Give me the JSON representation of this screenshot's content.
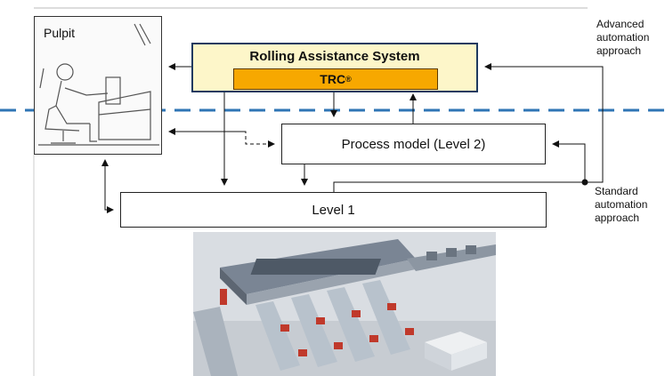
{
  "pulpit": {
    "label": "Pulpit"
  },
  "ras": {
    "title": "Rolling Assistance System",
    "trc_label": "TRC",
    "trc_mark": "®"
  },
  "process_model": {
    "label": "Process model (Level 2)"
  },
  "level1": {
    "label": "Level 1"
  },
  "advanced": {
    "line1": "Advanced",
    "line2": "automation",
    "line3": "approach"
  },
  "standard": {
    "line1": "Standard",
    "line2": "automation",
    "line3": "approach"
  },
  "colors": {
    "dashed_line": "#2f75b5",
    "ras_fill": "#fdf6c9",
    "ras_border": "#1f3a60",
    "trc_fill": "#f7a800"
  },
  "icons": {
    "operator": "operator-at-console-sketch",
    "plant": "rolling-mill-plant-render"
  }
}
